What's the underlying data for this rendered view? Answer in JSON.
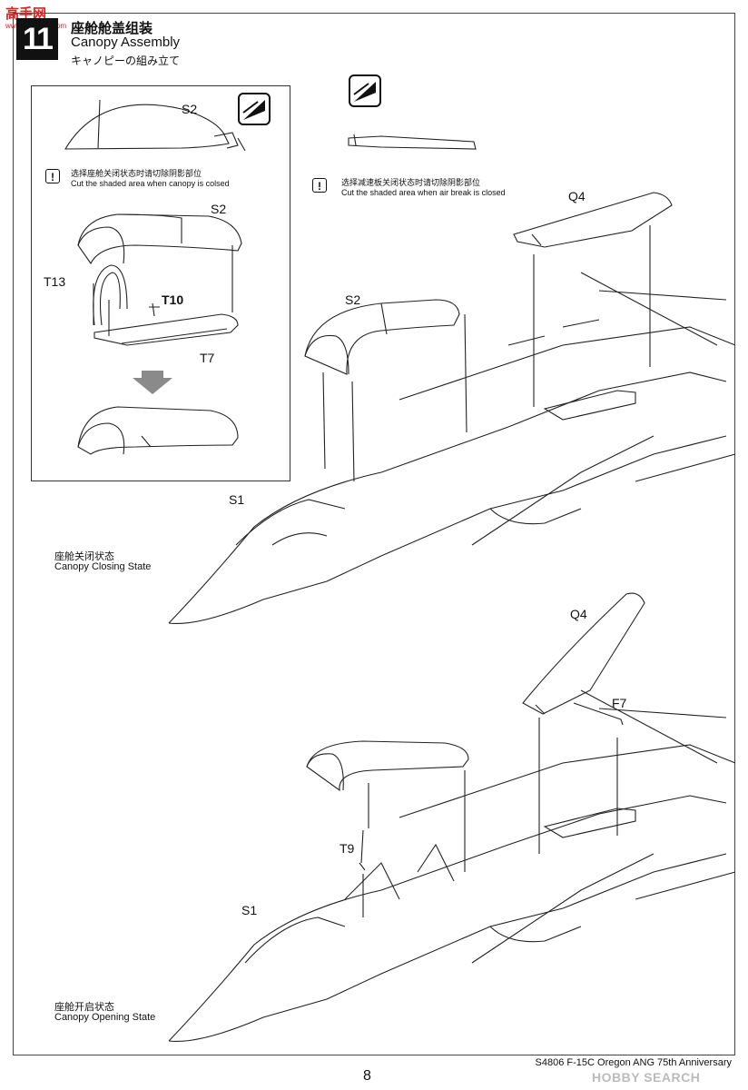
{
  "watermark": {
    "brand": "高手网",
    "sub": "www.gaoshou.com"
  },
  "step": {
    "number": "11",
    "title_cn": "座舱舱盖组装",
    "title_en": "Canopy Assembly",
    "title_jp": "キャノピーの組み立て"
  },
  "inset": {
    "top_part": "S2",
    "note_cn": "选择座舱关闭状态时请切除阴影部位",
    "note_en": "Cut the shaded area when canopy is colsed",
    "parts": {
      "s2": "S2",
      "t13": "T13",
      "t10": "T10",
      "t7": "T7"
    }
  },
  "airbrake_note": {
    "note_cn": "选择减速板关闭状态时请切除阴影部位",
    "note_en": "Cut the shaded area when air break is closed"
  },
  "closed_view": {
    "labels": {
      "q4": "Q4",
      "s2": "S2",
      "s1": "S1"
    },
    "state_cn": "座舱关闭状态",
    "state_en": "Canopy Closing State"
  },
  "open_view": {
    "labels": {
      "q4": "Q4",
      "f7": "F7",
      "t9": "T9",
      "s1": "S1"
    },
    "state_cn": "座舱开启状态",
    "state_en": "Canopy Opening State"
  },
  "warn_symbol": "!",
  "footer": {
    "model": "S4806 F-15C Oregon ANG 75th Anniversary",
    "page": "8",
    "watermark": "HOBBY SEARCH"
  }
}
